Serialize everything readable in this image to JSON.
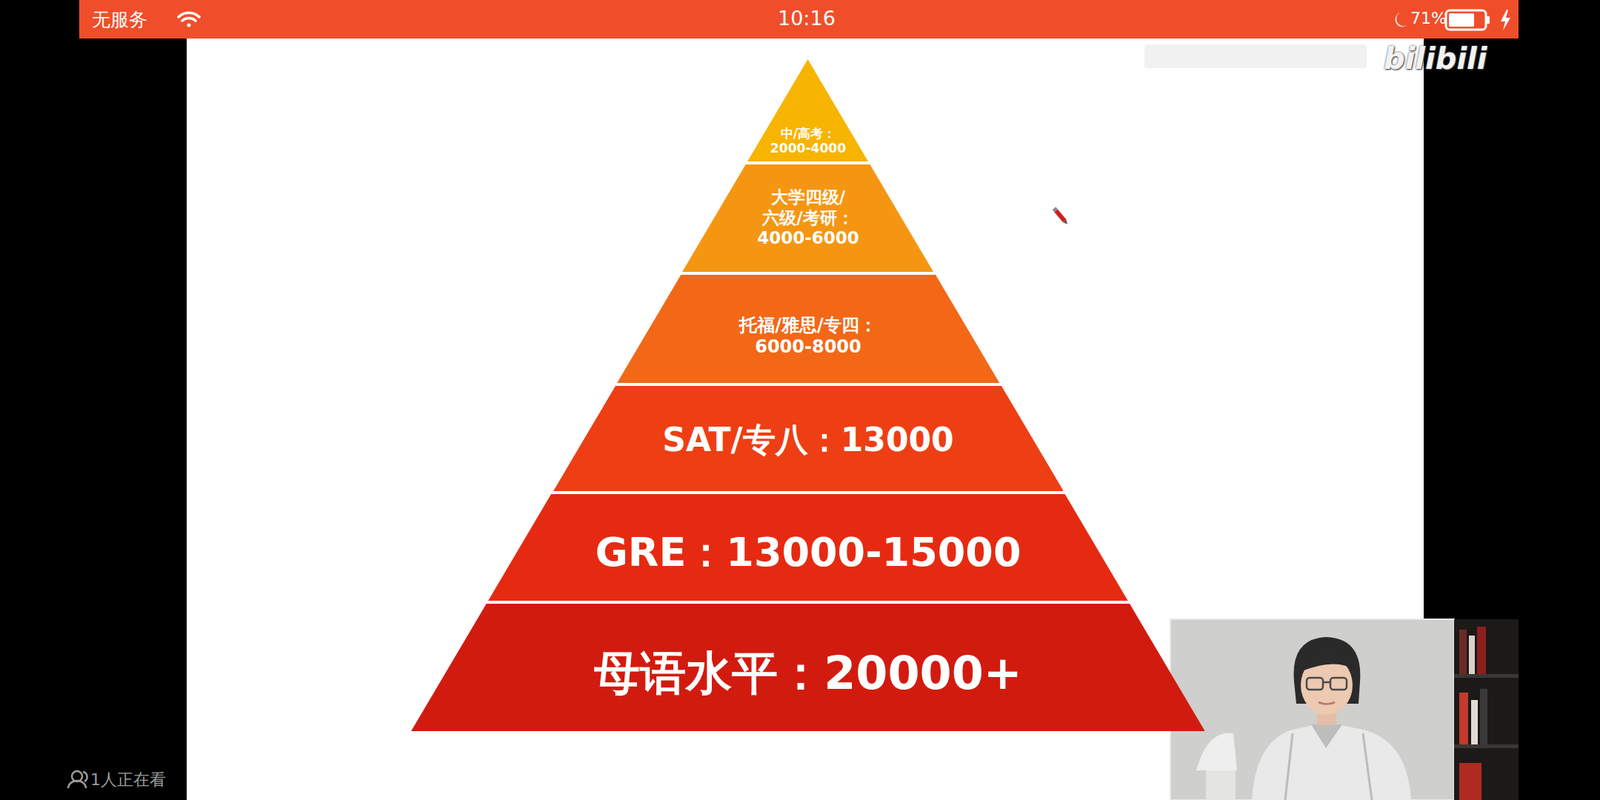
{
  "diagram": {
    "nodes": [
      {
        "text": [
          "中/高考： 2000-4000"
        ]
      },
      {
        "text": [
          "大学四级/ 六级/考研： 4000-6000"
        ]
      },
      {
        "text": [
          "托福/雅思/专四： 6000-8000"
        ]
      },
      {
        "text": [
          "SAT/专八：13000"
        ]
      },
      {
        "text": [
          "GRE：13000-15000"
        ]
      },
      {
        "text": [
          "母语水平：20000+"
        ]
      }
    ],
    "labels": [
      "无服务",
      "10:16",
      "71%",
      "bilibili",
      "1人正在看"
    ]
  }
}
